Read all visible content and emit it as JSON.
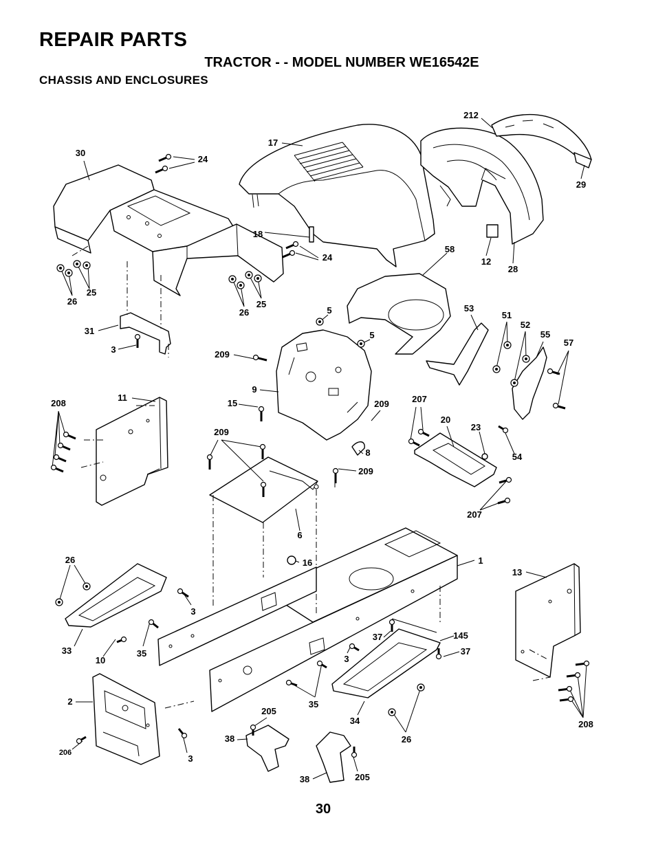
{
  "header": {
    "title": "REPAIR PARTS",
    "subtitle": "TRACTOR - - MODEL NUMBER WE16542E",
    "section": "CHASSIS AND ENCLOSURES"
  },
  "callouts": [
    "212",
    "17",
    "30",
    "24",
    "29",
    "18",
    "58",
    "24",
    "12",
    "28",
    "25",
    "26",
    "25",
    "26",
    "5",
    "53",
    "51",
    "52",
    "55",
    "57",
    "5",
    "31",
    "3",
    "209",
    "9",
    "11",
    "208",
    "207",
    "15",
    "209",
    "20",
    "23",
    "209",
    "8",
    "54",
    "209",
    "207",
    "6",
    "26",
    "1",
    "16",
    "13",
    "3",
    "145",
    "37",
    "35",
    "33",
    "10",
    "37",
    "3",
    "2",
    "35",
    "205",
    "34",
    "208",
    "38",
    "26",
    "206",
    "3",
    "205",
    "38"
  ],
  "page_number": "30"
}
